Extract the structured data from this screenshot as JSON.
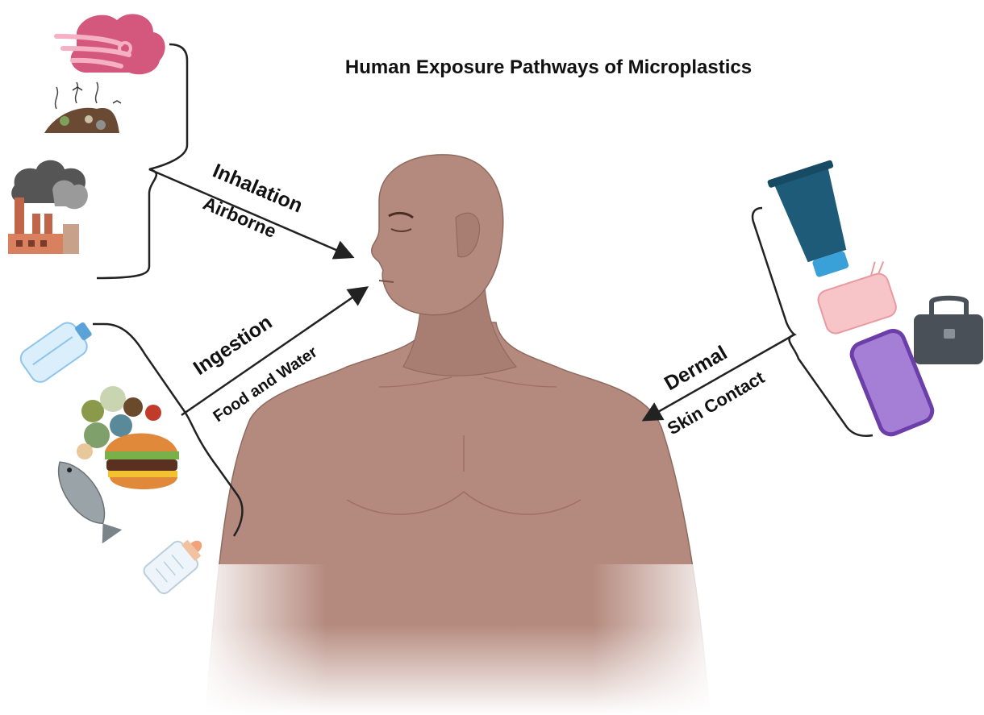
{
  "diagram": {
    "title": "Human Exposure Pathways of Microplastics",
    "pathways": [
      {
        "id": "inhalation",
        "label": "Inhalation",
        "sublabel": "Airborne",
        "sources": [
          "air-pollution-cloud-icon",
          "landfill-waste-icon",
          "factory-smoke-icon"
        ]
      },
      {
        "id": "ingestion",
        "label": "Ingestion",
        "sublabel": "Food and Water",
        "sources": [
          "water-bottle-icon",
          "food-pile-icon",
          "burger-icon",
          "fish-icon",
          "baby-bottle-icon"
        ]
      },
      {
        "id": "dermal",
        "label": "Dermal",
        "sublabel": "Skin Contact",
        "sources": [
          "cosmetic-tube-icon",
          "pink-pouch-icon",
          "smartphone-icon",
          "toolbox-icon"
        ]
      }
    ],
    "colors": {
      "skin": "#b58a7e",
      "skin_shadow": "#9c7064",
      "line": "#222222",
      "background": "#ffffff"
    }
  }
}
